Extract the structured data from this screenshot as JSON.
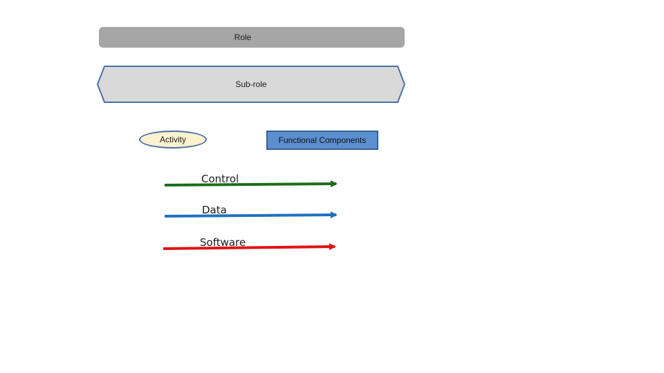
{
  "role": {
    "label": "Role"
  },
  "subrole": {
    "label": "Sub-role"
  },
  "activity": {
    "label": "Activity"
  },
  "functional_components": {
    "label": "Functional Components"
  },
  "legend": [
    {
      "label": "Control",
      "color": "#1a6e1a"
    },
    {
      "label": "Data",
      "color": "#1f72c0"
    },
    {
      "label": "Software",
      "color": "#e01414"
    }
  ],
  "colors": {
    "role_fill": "#a6a6a6",
    "subrole_fill": "#d9d9d9",
    "subrole_border": "#4a6fa5",
    "activity_fill": "#fdf2cf",
    "functional_fill": "#5b8fd0"
  }
}
